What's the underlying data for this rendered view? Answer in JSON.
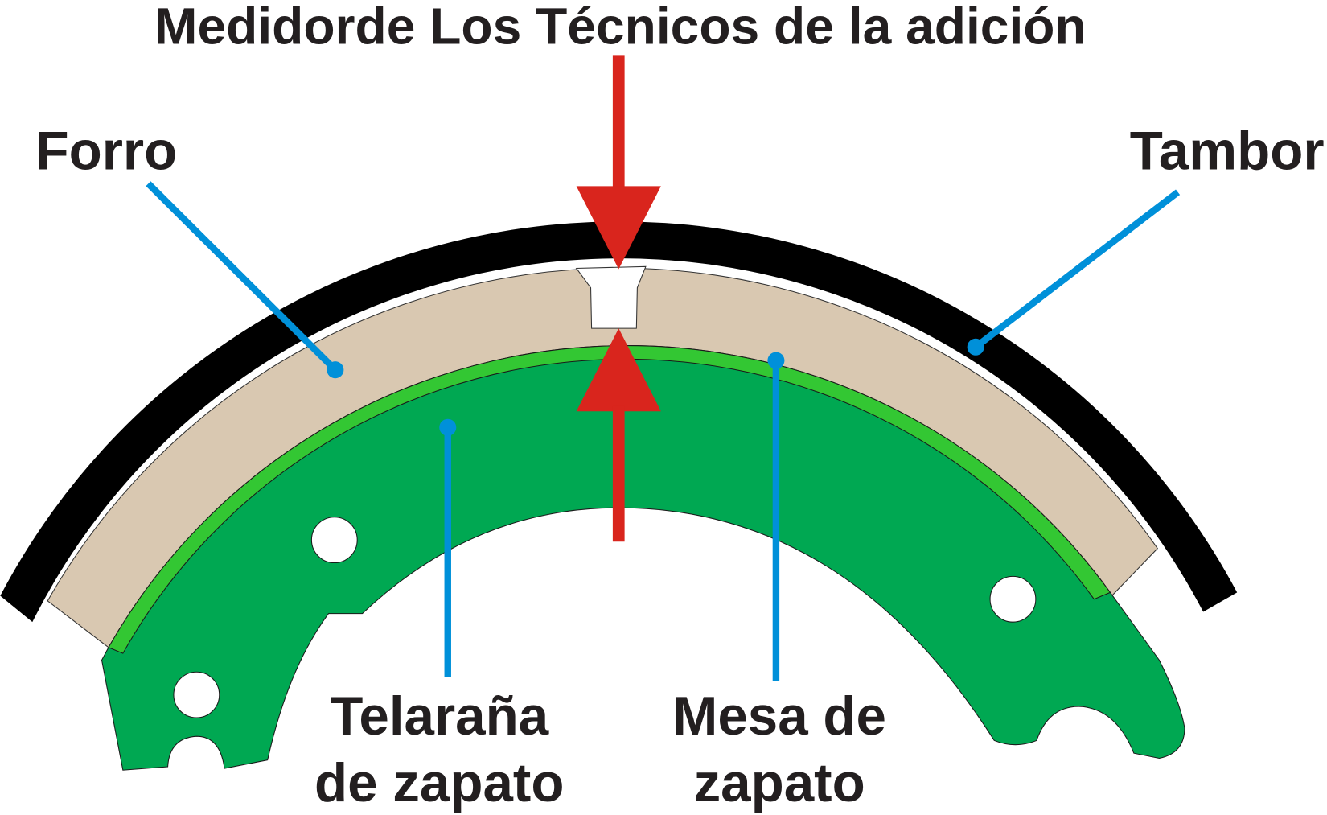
{
  "title": "Medidorde Los Técnicos de la adición",
  "labels": {
    "lining": "Forro",
    "drum": "Tambor",
    "web_line1": "Telaraña",
    "web_line2": "de zapato",
    "table_line1": "Mesa de",
    "table_line2": "zapato"
  },
  "colors": {
    "drum": "#000000",
    "lining": "#d9c8b1",
    "shoe_table": "#33c733",
    "shoe_web": "#00a852",
    "arrow": "#d9251d",
    "leader": "#0090d9"
  }
}
